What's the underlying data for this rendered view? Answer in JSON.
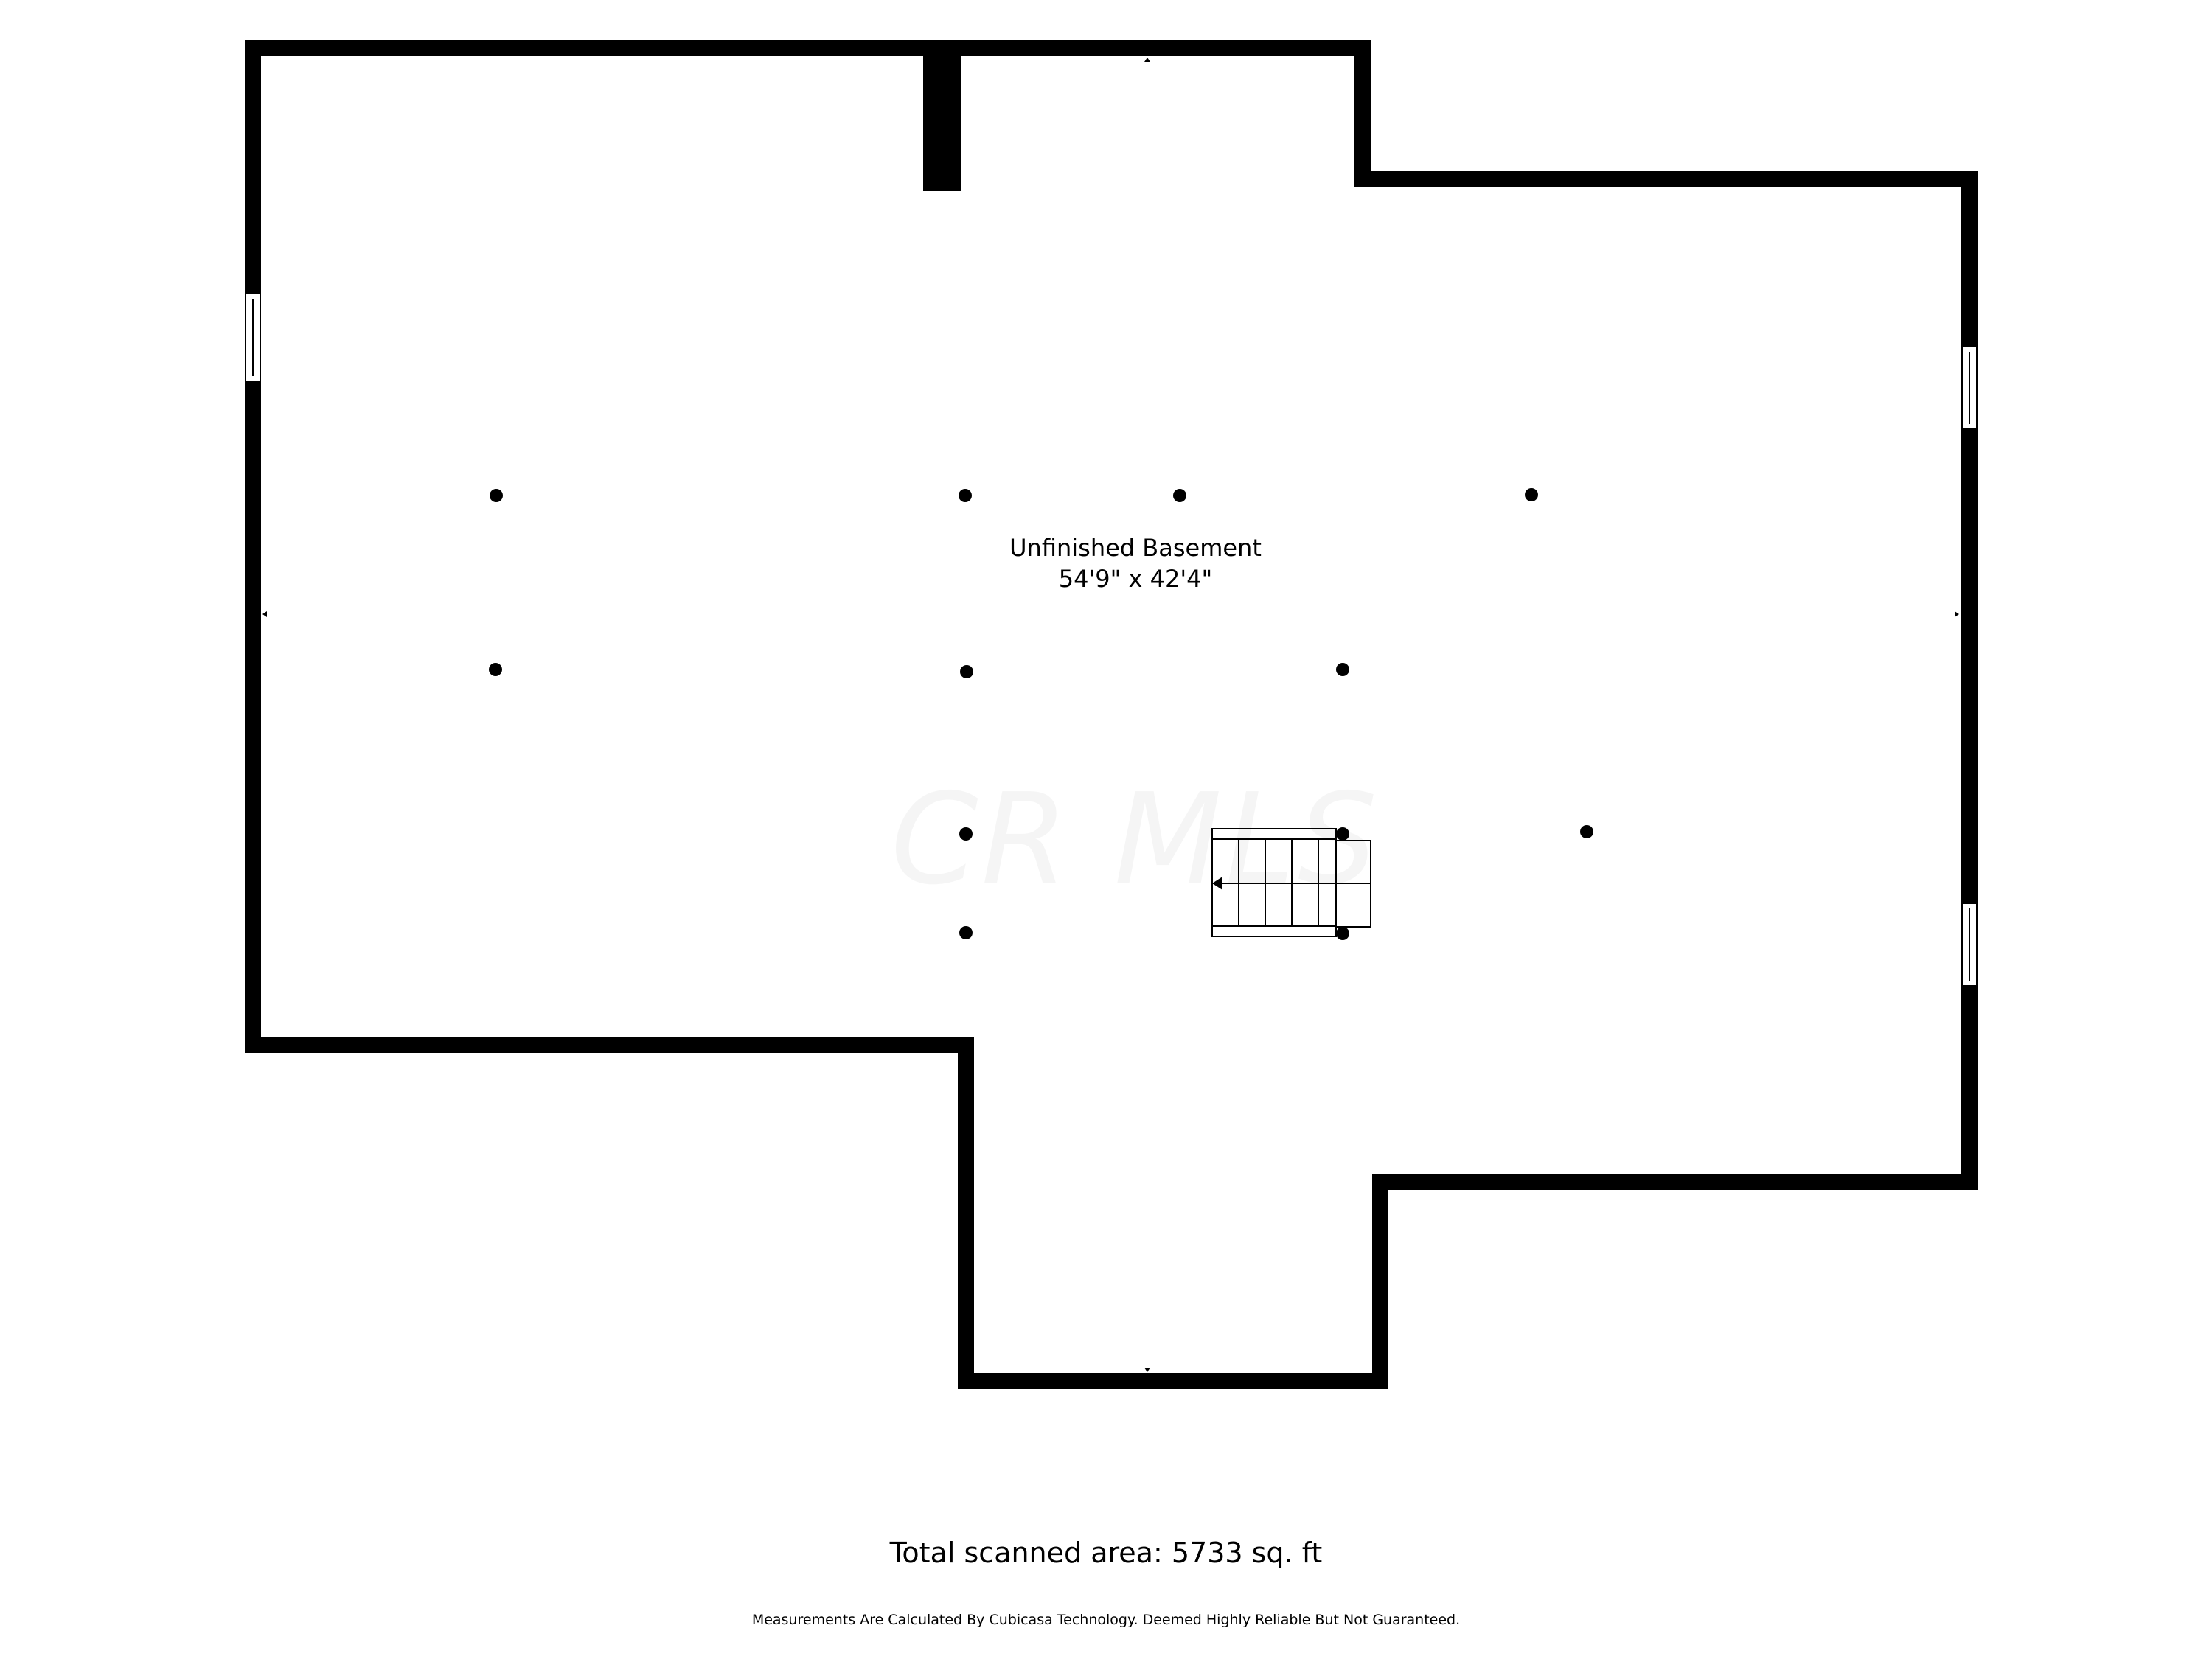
{
  "room": {
    "name": "Unfinished Basement",
    "dimensions": "54'9\" x 42'4\""
  },
  "watermark": "CR MLS",
  "total_area": "Total scanned area: 5733 sq. ft",
  "disclaimer": "Measurements Are Calculated By Cubicasa Technology. Deemed Highly Reliable But Not Guaranteed.",
  "colors": {
    "wall": "#000000",
    "background": "#ffffff"
  },
  "icons": [
    "support-post-icon",
    "stair-arrow-icon",
    "window-icon",
    "dimension-arrow-icon"
  ]
}
